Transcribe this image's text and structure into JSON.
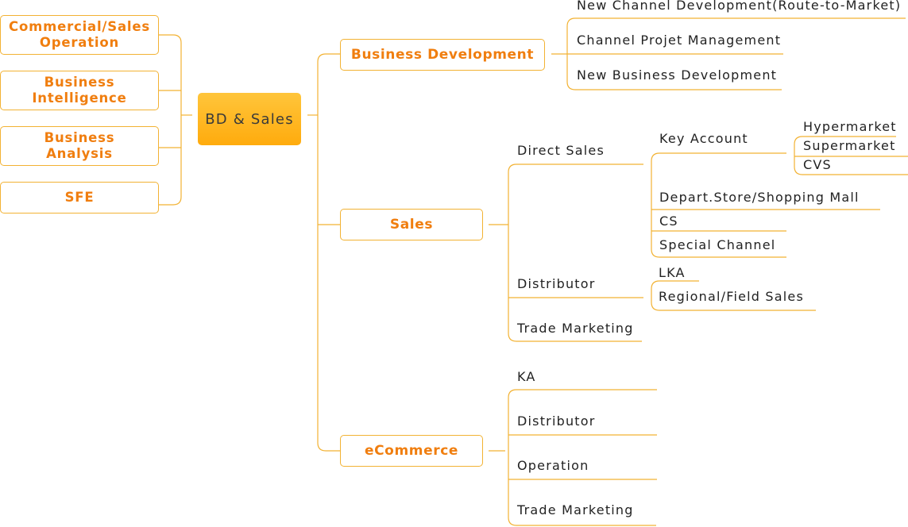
{
  "root": {
    "label": "BD & Sales"
  },
  "left_branches": [
    {
      "label": "Commercial/Sales\nOperation"
    },
    {
      "label": "Business\nIntelligence"
    },
    {
      "label": "Business\nAnalysis"
    },
    {
      "label": "SFE"
    }
  ],
  "business_development": {
    "label": "Business Development",
    "children": [
      {
        "label": "New Channel Development(Route-to-Market)"
      },
      {
        "label": "Channel Projet Management"
      },
      {
        "label": "New Business Development"
      }
    ]
  },
  "sales": {
    "label": "Sales",
    "direct_sales": {
      "label": "Direct Sales",
      "key_account": {
        "label": "Key Account",
        "children": [
          {
            "label": "Hypermarket"
          },
          {
            "label": "Supermarket"
          },
          {
            "label": "CVS"
          }
        ]
      },
      "others": [
        {
          "label": "Depart.Store/Shopping Mall"
        },
        {
          "label": "CS"
        },
        {
          "label": "Special Channel"
        }
      ]
    },
    "distributor": {
      "label": "Distributor",
      "children": [
        {
          "label": "LKA"
        },
        {
          "label": "Regional/Field Sales"
        }
      ]
    },
    "trade_marketing": {
      "label": "Trade Marketing"
    }
  },
  "ecommerce": {
    "label": "eCommerce",
    "children": [
      {
        "label": "KA"
      },
      {
        "label": "Distributor"
      },
      {
        "label": "Operation"
      },
      {
        "label": "Trade Marketing"
      }
    ]
  },
  "colors": {
    "line": "#f2b233",
    "branch_text": "#f07e0f",
    "root_top": "#ffc53b",
    "root_bottom": "#ffab0d",
    "leaf_text": "#222222"
  }
}
